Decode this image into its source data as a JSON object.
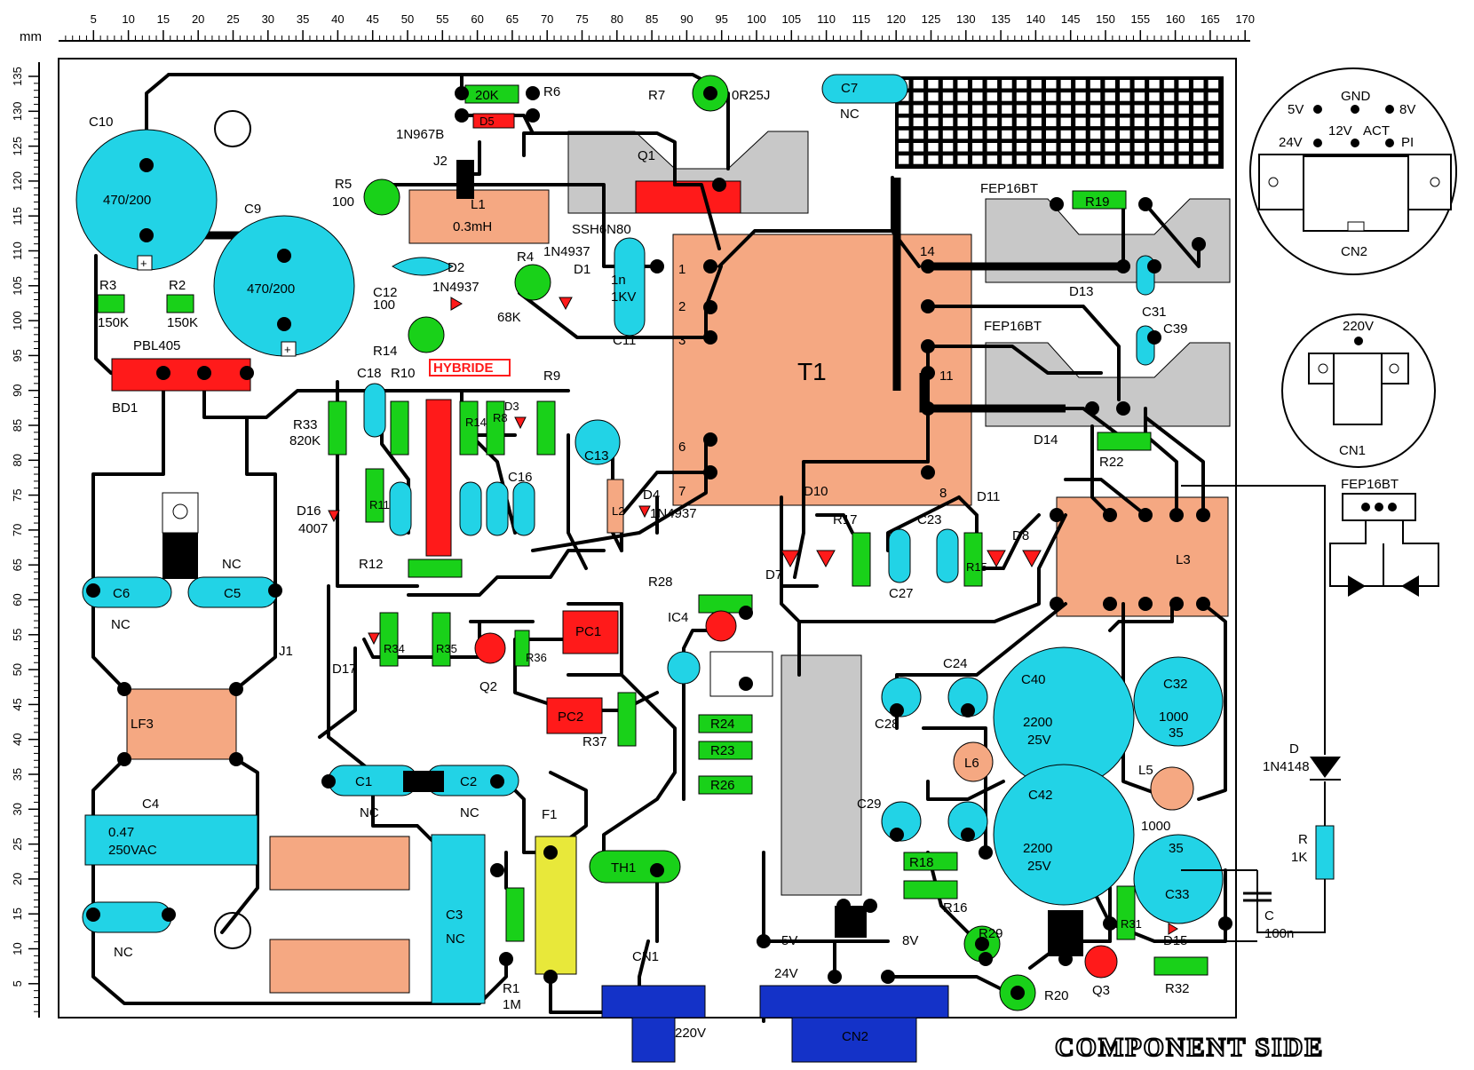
{
  "ruler": {
    "unit": "mm",
    "x_ticks": [
      "5",
      "10",
      "15",
      "20",
      "25",
      "30",
      "35",
      "40",
      "45",
      "50",
      "55",
      "60",
      "65",
      "70",
      "75",
      "80",
      "85",
      "90",
      "95",
      "100",
      "105",
      "110",
      "115",
      "120",
      "125",
      "130",
      "135",
      "140",
      "145",
      "150",
      "155",
      "160",
      "165",
      "170"
    ],
    "y_ticks": [
      "135",
      "130",
      "125",
      "120",
      "115",
      "110",
      "105",
      "100",
      "95",
      "90",
      "85",
      "80",
      "75",
      "70",
      "65",
      "60",
      "55",
      "50",
      "45",
      "40",
      "35",
      "30",
      "25",
      "20",
      "15",
      "10",
      "5"
    ]
  },
  "title": "COMPONENT SIDE",
  "components": {
    "C10": {
      "ref": "C10",
      "value": "470/200"
    },
    "C9": {
      "ref": "C9",
      "value": "470/200"
    },
    "R3": {
      "ref": "R3",
      "value": "150K"
    },
    "R2": {
      "ref": "R2",
      "value": "150K"
    },
    "BD1": {
      "ref": "BD1",
      "part": "PBL405"
    },
    "R6": {
      "ref": "R6",
      "value": "20K"
    },
    "D5": {
      "ref": "D5",
      "value": "1N967B"
    },
    "J2": {
      "ref": "J2"
    },
    "R7": {
      "ref": "R7",
      "value": "0R25J"
    },
    "C7": {
      "ref": "C7",
      "value": "NC"
    },
    "R5": {
      "ref": "R5",
      "value": "100"
    },
    "L1": {
      "ref": "L1",
      "value": "0.3mH"
    },
    "Q1": {
      "ref": "Q1",
      "part": "SSH6N80"
    },
    "C12": {
      "ref": "C12",
      "value": "100"
    },
    "D2": {
      "ref": "D2",
      "part": "1N4937"
    },
    "R4": {
      "ref": "R4",
      "value": "68K"
    },
    "D1": {
      "ref": "D1",
      "part": "1N4937"
    },
    "C11": {
      "ref": "C11",
      "value": "1n",
      "value2": "1KV"
    },
    "R14": {
      "ref": "R14"
    },
    "HYBRIDE": "HYBRIDE",
    "T1": {
      "ref": "T1",
      "pins": [
        "1",
        "2",
        "3",
        "6",
        "7",
        "14",
        "11",
        "8"
      ]
    },
    "D13": {
      "ref": "D13",
      "part": "FEP16BT"
    },
    "D14": {
      "ref": "D14",
      "part": "FEP16BT"
    },
    "R19": {
      "ref": "R19"
    },
    "C31": {
      "ref": "C31"
    },
    "C39": {
      "ref": "C39"
    },
    "R22": {
      "ref": "R22"
    },
    "R33": {
      "ref": "R33",
      "value": "820K"
    },
    "C18": {
      "ref": "C18"
    },
    "R10": {
      "ref": "R10"
    },
    "R9": {
      "ref": "R9"
    },
    "R8": {
      "ref": "R8"
    },
    "D3": {
      "ref": "D3"
    },
    "C13": {
      "ref": "C13"
    },
    "C16": {
      "ref": "C16"
    },
    "R11": {
      "ref": "R11"
    },
    "D16": {
      "ref": "D16",
      "value": "4007"
    },
    "L2": {
      "ref": "L2"
    },
    "D4": {
      "ref": "D4",
      "part": "1N4937"
    },
    "D10": {
      "ref": "D10"
    },
    "R17": {
      "ref": "R17"
    },
    "C23": {
      "ref": "C23"
    },
    "D11": {
      "ref": "D11"
    },
    "D8": {
      "ref": "D8"
    },
    "D7": {
      "ref": "D7"
    },
    "C27": {
      "ref": "C27"
    },
    "R15": {
      "ref": "R15"
    },
    "L3": {
      "ref": "L3"
    },
    "R12": {
      "ref": "R12"
    },
    "C6": {
      "ref": "C6",
      "value": "NC"
    },
    "C5": {
      "ref": "C5",
      "value": "NC"
    },
    "R28": {
      "ref": "R28"
    },
    "IC4": {
      "ref": "IC4"
    },
    "PC1": {
      "ref": "PC1"
    },
    "PC2": {
      "ref": "PC2"
    },
    "R34": {
      "ref": "R34"
    },
    "R35": {
      "ref": "R35"
    },
    "R36": {
      "ref": "R36"
    },
    "Q2": {
      "ref": "Q2"
    },
    "D17": {
      "ref": "D17"
    },
    "J1": {
      "ref": "J1"
    },
    "R37": {
      "ref": "R37"
    },
    "R24": {
      "ref": "R24"
    },
    "R23": {
      "ref": "R23"
    },
    "R26": {
      "ref": "R26"
    },
    "C28": {
      "ref": "C28"
    },
    "C24": {
      "ref": "C24"
    },
    "C40": {
      "ref": "C40",
      "value": "2200",
      "value2": "25V"
    },
    "C32": {
      "ref": "C32",
      "value": "1000",
      "value2": "35"
    },
    "L6": {
      "ref": "L6"
    },
    "L5": {
      "ref": "L5"
    },
    "C42": {
      "ref": "C42",
      "value": "2200",
      "value2": "25V"
    },
    "C33": {
      "ref": "C33",
      "value": "1000",
      "value2": "35"
    },
    "C29": {
      "ref": "C29"
    },
    "LF3": {
      "ref": "LF3"
    },
    "C4": {
      "ref": "C4",
      "value": "0.47",
      "value2": "250VAC"
    },
    "C1": {
      "ref": "C1",
      "value": "NC"
    },
    "C2": {
      "ref": "C2",
      "value": "NC"
    },
    "F1": {
      "ref": "F1"
    },
    "TH1": {
      "ref": "TH1"
    },
    "C3": {
      "ref": "C3",
      "value": "NC"
    },
    "R1": {
      "ref": "R1",
      "value": "1M"
    },
    "CN1": {
      "ref": "CN1",
      "value": "220V"
    },
    "CN2": {
      "ref": "CN2",
      "value": "24V"
    },
    "R18": {
      "ref": "R18"
    },
    "R16": {
      "ref": "R16"
    },
    "R29": {
      "ref": "R29"
    },
    "R31": {
      "ref": "R31"
    },
    "D15": {
      "ref": "D15"
    },
    "R20": {
      "ref": "R20"
    },
    "Q3": {
      "ref": "Q3"
    },
    "R32": {
      "ref": "R32"
    },
    "NC_bottom": "NC",
    "v5": "5V",
    "v8": "8V",
    "v24": "24V"
  },
  "side": {
    "cn2_detail": {
      "ref": "CN2",
      "labels": [
        "5V",
        "GND",
        "8V",
        "12V",
        "ACT",
        "24V",
        "PI"
      ]
    },
    "cn1_detail": {
      "ref": "CN1",
      "label": "220V"
    },
    "fep": {
      "part": "FEP16BT"
    },
    "diode": {
      "ref": "D",
      "part": "1N4148"
    },
    "res": {
      "ref": "R",
      "value": "1K"
    },
    "cap": {
      "ref": "C",
      "value": "100n"
    }
  },
  "colors": {
    "cap": "#22d3e6",
    "res": "#19d119",
    "red": "#ff1a1a",
    "salmon": "#f5a882",
    "gray": "#c8c8c8",
    "yellow": "#e8e83a",
    "blue": "#1432c8"
  }
}
